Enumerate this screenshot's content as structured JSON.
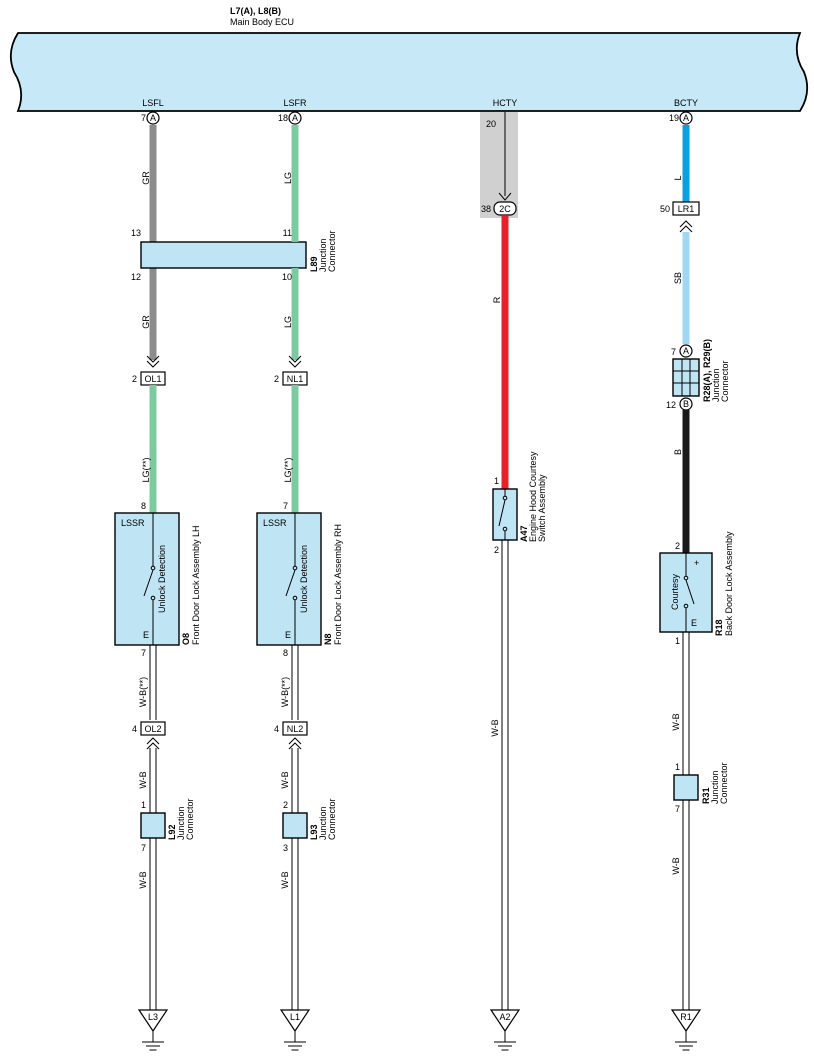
{
  "ecu": {
    "title": "L7(A), L8(B)",
    "name": "Main Body ECU",
    "fill": "#c7e8f7"
  },
  "terminals": {
    "lsfl": "LSFL",
    "lsfr": "LSFR",
    "hcty": "HCTY",
    "bcty": "BCTY"
  },
  "colors": {
    "GR": "#8c8c8c",
    "LG": "#7ccba0",
    "R": "#e8202a",
    "L": "#0aa0e0",
    "SB": "#9fd8f2",
    "B": "#1a1a1a",
    "component": "#bfe4f3",
    "shade": "#d0d0d0"
  },
  "col1": {
    "pin_ecu": "7",
    "letter": "A",
    "w1": "GR",
    "jc_top_pin": "13",
    "jc_bot_pin": "12",
    "w2": "GR",
    "conn_pin": "2",
    "conn": "OL1",
    "w3": "LG(**)",
    "comp_pin_top": "8",
    "comp_sig": "LSSR",
    "comp_inner": "Unlock Detection",
    "comp_e": "E",
    "comp_code": "O8",
    "comp_name": "Front Door Lock Assembly LH",
    "comp_pin_bot": "7",
    "w4": "W-B(**)",
    "conn2_pin": "4",
    "conn2": "OL2",
    "w5": "W-B",
    "j2_top": "1",
    "j2_bot": "7",
    "j2_code": "L92",
    "j2_l1": "Junction",
    "j2_l2": "Connector",
    "w6": "W-B",
    "gnd": "L3"
  },
  "col2": {
    "pin_ecu": "18",
    "letter": "A",
    "w1": "LG",
    "jc_top_pin": "11",
    "jc_bot_pin": "10",
    "jc_code": "L89",
    "jc_l1": "Junction",
    "jc_l2": "Connector",
    "w2": "LG",
    "conn_pin": "2",
    "conn": "NL1",
    "w3": "LG(**)",
    "comp_pin_top": "7",
    "comp_sig": "LSSR",
    "comp_inner": "Unlock Detection",
    "comp_e": "E",
    "comp_code": "N8",
    "comp_name": "Front Door Lock Assembly RH",
    "comp_pin_bot": "8",
    "w4": "W-B(**)",
    "conn2_pin": "4",
    "conn2": "NL2",
    "w5": "W-B",
    "j2_top": "2",
    "j2_bot": "3",
    "j2_code": "L93",
    "j2_l1": "Junction",
    "j2_l2": "Connector",
    "w6": "W-B",
    "gnd": "L1"
  },
  "col3": {
    "pin_ecu": "20",
    "conn_pin": "38",
    "conn": "2C",
    "w1": "R",
    "sw_top": "1",
    "sw_bot": "2",
    "sw_code": "A47",
    "sw_l1": "Engine Hood Courtesy",
    "sw_l2": "Switch Assembly",
    "w2": "W-B",
    "gnd": "A2"
  },
  "col4": {
    "pin_ecu": "19",
    "letter": "A",
    "w1": "L",
    "conn_pin": "50",
    "conn": "LR1",
    "w2": "SB",
    "jc_top_pin": "7",
    "jc_top_letter": "A",
    "jc_bot_pin": "12",
    "jc_bot_letter": "B",
    "jc_code": "R28(A), R29(B)",
    "jc_l1": "Junction",
    "jc_l2": "Connector",
    "w3": "B",
    "comp_pin_top": "2",
    "comp_inner": "Courtesy",
    "comp_plus": "+",
    "comp_e": "E",
    "comp_code": "R18",
    "comp_name": "Back Door Lock Assembly",
    "comp_pin_bot": "1",
    "w4": "W-B",
    "j2_top": "1",
    "j2_bot": "7",
    "j2_code": "R31",
    "j2_l1": "Junction",
    "j2_l2": "Connector",
    "w5": "W-B",
    "gnd": "R1"
  }
}
